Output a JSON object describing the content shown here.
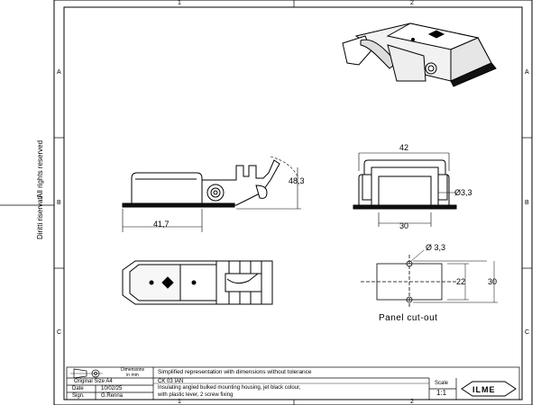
{
  "zones": {
    "top_1": "1",
    "top_2": "2",
    "bottom_1": "1",
    "bottom_2": "2",
    "left_A": "A",
    "left_B": "B",
    "left_C": "C",
    "right_A": "A",
    "right_B": "B",
    "right_C": "C"
  },
  "rights": {
    "left": "Diritti riservati",
    "right": "All rights reserved"
  },
  "dims": {
    "side_height": "48,3",
    "side_width": "41,7",
    "front_width": "42",
    "front_bottom": "30",
    "front_hole": "Ø3,3",
    "cut_hole": "Ø 3,3",
    "cut_inner": "22",
    "cut_outer": "30"
  },
  "panel_label": "Panel cut-out",
  "title_block": {
    "dims_note": "Dimensions\nin mm",
    "desc_header": "Simplified representation with dimensions without tolerance",
    "code": "CK 03 IAN",
    "desc1": "Insulating angled bulked mounting housing, jet black colour,",
    "desc2": "with plastic lever, 2 screw fixing",
    "orig_label": "Original Size A4",
    "date_label": "Date",
    "date_val": "10/02/25",
    "sign_label": "Sign.",
    "sign_val": "G.Renna",
    "scale_label": "Scale",
    "scale_val": "1:1",
    "logo": "ILME"
  }
}
